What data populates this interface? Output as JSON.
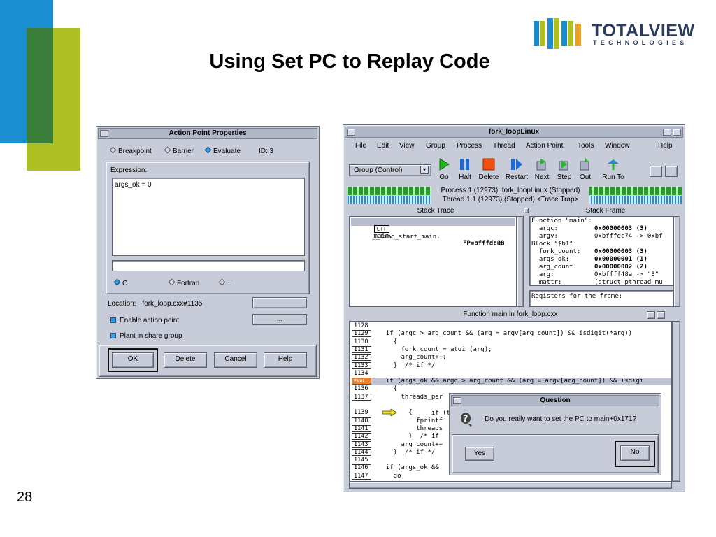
{
  "slide": {
    "title": "Using Set PC to Replay Code",
    "number": "28",
    "logo_main": "TOTALVIEW",
    "logo_sub": "TECHNOLOGIES"
  },
  "action_point_dialog": {
    "title": "Action Point Properties",
    "type_options": [
      "Breakpoint",
      "Barrier",
      "Evaluate"
    ],
    "type_selected": "Evaluate",
    "id_label": "ID: 3",
    "expression_label": "Expression:",
    "expression_value": "args_ok = 0",
    "languages": [
      "C",
      "Fortran",
      ".."
    ],
    "language_selected": "C",
    "location_label": "Location:",
    "location_value": "fork_loop.cxx#1135",
    "more_button": "...",
    "enable_label": "Enable action point",
    "plant_label": "Plant in share group",
    "buttons": {
      "ok": "OK",
      "delete": "Delete",
      "cancel": "Cancel",
      "help": "Help"
    }
  },
  "totalview": {
    "title": "fork_loopLinux",
    "menu": [
      "File",
      "Edit",
      "View",
      "Group",
      "Process",
      "Thread",
      "Action Point",
      "Tools",
      "Window",
      "Help"
    ],
    "group_select": "Group (Control)",
    "toolbar": [
      "Go",
      "Halt",
      "Delete",
      "Restart",
      "Next",
      "Step",
      "Out",
      "Run To"
    ],
    "process_status": "Process 1 (12973): fork_loopLinux (Stopped)",
    "thread_status": "Thread 1.1 (12973) (Stopped) <Trace Trap>",
    "stack_trace_header": "Stack Trace",
    "stack_frame_header": "Stack Frame",
    "stack_trace": [
      {
        "lang": "C++",
        "func": "main,",
        "fp": "FP=bfffdc08"
      },
      {
        "lang": "",
        "func": "__libc_start_main,",
        "fp": "FP=bfffdc48"
      }
    ],
    "stack_frame": [
      {
        "name": "Function \"main\":",
        "value": ""
      },
      {
        "name": "  argc:",
        "value": "0x00000003 (3)"
      },
      {
        "name": "  argv:",
        "value": "0xbfffdc74 -> 0xbf"
      },
      {
        "name": "Block \"$b1\":",
        "value": ""
      },
      {
        "name": "  fork_count:",
        "value": "0x00000003 (3)"
      },
      {
        "name": "  args_ok:",
        "value": "0x00000001 (1)"
      },
      {
        "name": "  arg_count:",
        "value": "0x00000002 (2)"
      },
      {
        "name": "  arg:",
        "value": "0xbffff48a -> \"3\""
      },
      {
        "name": "  mattr:",
        "value": "(struct pthread_mu"
      }
    ],
    "registers_label": "Registers for the frame:",
    "source_header": "Function main in fork_loop.cxx",
    "source_lines": [
      {
        "num": "1128",
        "boxed": false,
        "code": ""
      },
      {
        "num": "1129",
        "boxed": true,
        "code": "  if (argc > arg_count && (arg = argv[arg_count]) && isdigit(*arg))"
      },
      {
        "num": "1130",
        "boxed": false,
        "code": "    {"
      },
      {
        "num": "1131",
        "boxed": true,
        "code": "      fork_count = atoi (arg);"
      },
      {
        "num": "1132",
        "boxed": true,
        "code": "      arg_count++;"
      },
      {
        "num": "1133",
        "boxed": true,
        "code": "    }  /* if */"
      },
      {
        "num": "1134",
        "boxed": false,
        "code": ""
      },
      {
        "num": "EVAL",
        "boxed": true,
        "code": "  if (args_ok && argc > arg_count && (arg = argv[arg_count]) && isdigi"
      },
      {
        "num": "1136",
        "boxed": false,
        "code": "    {"
      },
      {
        "num": "1137",
        "boxed": true,
        "code": "      threads_per"
      },
      {
        "num": "PC",
        "boxed": false,
        "code": "      if (threads"
      },
      {
        "num": "1139",
        "boxed": false,
        "code": "        {"
      },
      {
        "num": "1140",
        "boxed": true,
        "code": "          fprintf"
      },
      {
        "num": "1141",
        "boxed": true,
        "code": "          threads"
      },
      {
        "num": "1142",
        "boxed": true,
        "code": "        }  /* if"
      },
      {
        "num": "1143",
        "boxed": true,
        "code": "      arg_count++"
      },
      {
        "num": "1144",
        "boxed": true,
        "code": "    }  /* if */"
      },
      {
        "num": "1145",
        "boxed": false,
        "code": ""
      },
      {
        "num": "1146",
        "boxed": true,
        "code": "  if (args_ok &&"
      },
      {
        "num": "1147",
        "boxed": true,
        "code": "    do"
      }
    ],
    "question_dialog": {
      "title": "Question",
      "message": "Do you really want to set the PC to main+0x171?",
      "yes": "Yes",
      "no": "No"
    }
  }
}
